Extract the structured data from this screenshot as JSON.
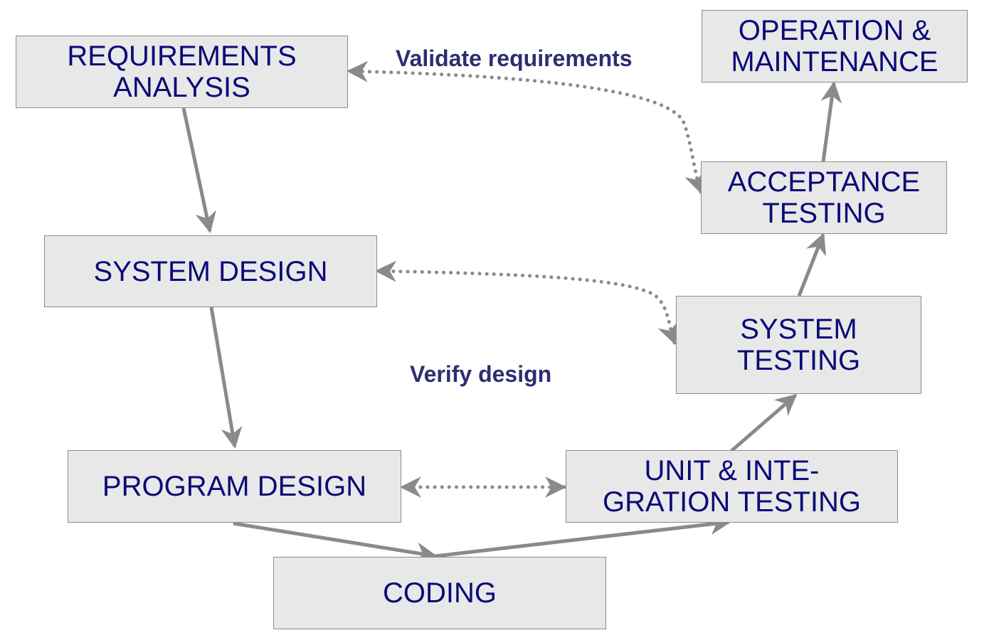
{
  "diagram": {
    "type": "v-model",
    "colors": {
      "box_fill": "#e8e8e8",
      "box_border": "#8c8c8c",
      "box_text": "#0a0a78",
      "arrow": "#8a8a8a",
      "note_text": "#2d2d72"
    },
    "phases": [
      {
        "id": "requirements",
        "label": "REQUIREMENTS\nANALYSIS"
      },
      {
        "id": "system-design",
        "label": "SYSTEM DESIGN"
      },
      {
        "id": "program-design",
        "label": "PROGRAM DESIGN"
      },
      {
        "id": "coding",
        "label": "CODING"
      },
      {
        "id": "unit-integration",
        "label": "UNIT & INTE-\nGRATION TESTING"
      },
      {
        "id": "system-testing",
        "label": "SYSTEM\nTESTING"
      },
      {
        "id": "acceptance",
        "label": "ACCEPTANCE\nTESTING"
      },
      {
        "id": "operation",
        "label": "OPERATION &\nMAINTENANCE"
      }
    ],
    "flow": [
      [
        "requirements",
        "system-design"
      ],
      [
        "system-design",
        "program-design"
      ],
      [
        "program-design",
        "coding"
      ],
      [
        "coding",
        "unit-integration"
      ],
      [
        "unit-integration",
        "system-testing"
      ],
      [
        "system-testing",
        "acceptance"
      ],
      [
        "acceptance",
        "operation"
      ]
    ],
    "verification_links": [
      [
        "acceptance",
        "requirements"
      ],
      [
        "system-testing",
        "system-design"
      ],
      [
        "unit-integration",
        "program-design"
      ]
    ],
    "notes": {
      "validate": "Validate requirements",
      "verify": "Verify design"
    }
  }
}
